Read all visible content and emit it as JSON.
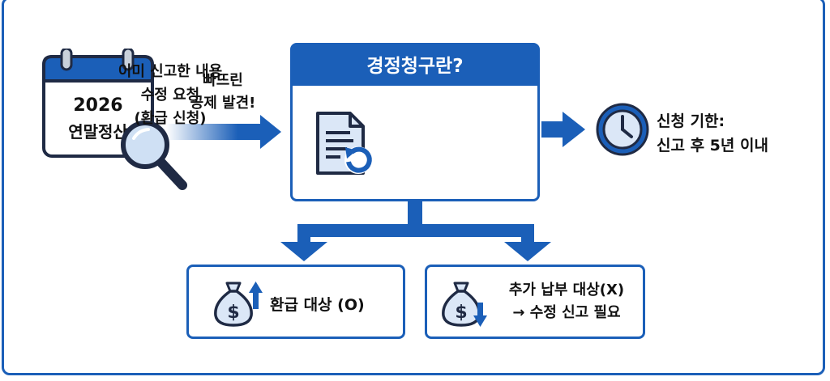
{
  "calendar": {
    "year": "2026",
    "label": "연말정산"
  },
  "found_text": {
    "line1": "빠뜨린",
    "line2": "공제 발견!"
  },
  "main": {
    "title": "경정청구란?",
    "line1": "이미 신고한 내용",
    "line2": "수정 요청",
    "line3": "(환급 신청)"
  },
  "deadline": {
    "line1": "신청 기한:",
    "line2": "신고 후 5년 이내"
  },
  "refund": {
    "label": "환급 대상 (O)"
  },
  "payment": {
    "line1": "추가 납부 대상(X)",
    "line2": "→ 수정 신고 필요"
  },
  "colors": {
    "primary": "#1b5fb8",
    "light": "#dbe7f7",
    "dark": "#1f2a44"
  },
  "icons": [
    "calendar-icon",
    "magnifier-icon",
    "document-refresh-icon",
    "clock-icon",
    "money-bag-up-icon",
    "money-bag-down-icon"
  ]
}
